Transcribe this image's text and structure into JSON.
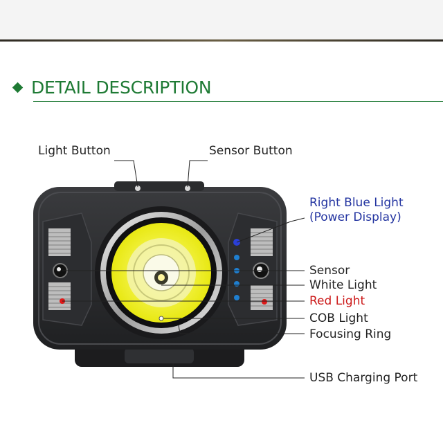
{
  "header": {
    "title": "DETAIL DESCRIPTION",
    "accent_color": "#1e7a34"
  },
  "labels": {
    "light_button": "Light Button",
    "sensor_button": "Sensor Button",
    "right_blue_light": "Right Blue Light",
    "power_display": "(Power Display)",
    "sensor": "Sensor",
    "white_light": "White Light",
    "red_light": "Red Light",
    "cob_light": "COB Light",
    "focusing_ring": "Focusing Ring",
    "usb_charging_port": "USB Charging Port"
  },
  "colors": {
    "blue_label": "#2233a0",
    "red_label": "#cc1a1a",
    "body": "#2a2b2d",
    "cob_yellow": "#f2f21a"
  }
}
